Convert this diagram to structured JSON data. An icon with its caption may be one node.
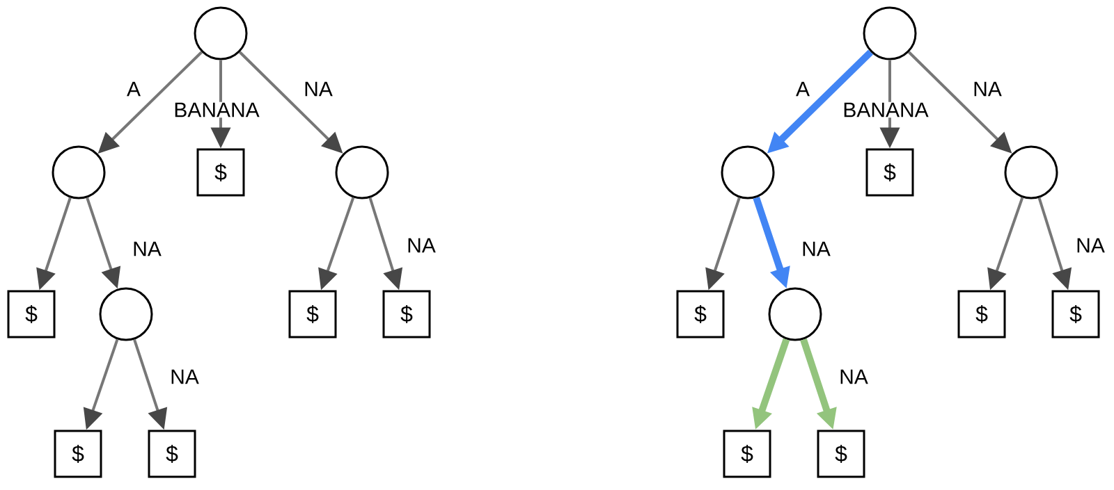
{
  "diagram": {
    "nodes": [
      {
        "text": [],
        "shape": "circle"
      },
      {
        "text": [],
        "shape": "circle"
      },
      {
        "text": [
          "$"
        ]
      },
      {
        "text": [],
        "shape": "circle"
      },
      {
        "text": [
          "$"
        ]
      },
      {
        "text": [],
        "shape": "circle"
      },
      {
        "text": [
          "$"
        ]
      },
      {
        "text": [
          "$"
        ]
      },
      {
        "text": [
          "$"
        ]
      },
      {
        "text": [
          "$"
        ]
      },
      {
        "text": [],
        "shape": "circle"
      },
      {
        "text": [],
        "shape": "circle"
      },
      {
        "text": [
          "$"
        ]
      },
      {
        "text": [],
        "shape": "circle"
      },
      {
        "text": [
          "$"
        ]
      },
      {
        "text": [],
        "shape": "circle"
      },
      {
        "text": [
          "$"
        ]
      },
      {
        "text": [
          "$"
        ]
      },
      {
        "text": [
          "$"
        ]
      },
      {
        "text": [
          "$"
        ]
      }
    ],
    "edges": [
      {
        "from": 0,
        "to": 1,
        "arrow": "to",
        "label": "A"
      },
      {
        "from": 0,
        "to": 2,
        "arrow": "to",
        "label": "BANANA"
      },
      {
        "from": 0,
        "to": 3,
        "arrow": "to",
        "label": "NA"
      },
      {
        "from": 1,
        "to": 4,
        "arrow": "to"
      },
      {
        "from": 1,
        "to": 5,
        "arrow": "to",
        "label": "NA"
      },
      {
        "from": 3,
        "to": 6,
        "arrow": "to"
      },
      {
        "from": 3,
        "to": 7,
        "arrow": "to",
        "label": "NA"
      },
      {
        "from": 5,
        "to": 8,
        "arrow": "to"
      },
      {
        "from": 5,
        "to": 9,
        "arrow": "to",
        "label": "NA"
      },
      {
        "from": 10,
        "to": 11,
        "arrow": "to",
        "label": "A",
        "style": "thick",
        "color": "#4285f4"
      },
      {
        "from": 10,
        "to": 12,
        "arrow": "to",
        "label": "BANANA"
      },
      {
        "from": 10,
        "to": 13,
        "arrow": "to",
        "label": "NA"
      },
      {
        "from": 11,
        "to": 14,
        "arrow": "to"
      },
      {
        "from": 11,
        "to": 15,
        "arrow": "to",
        "label": "NA",
        "style": "thick",
        "color": "#4285f4"
      },
      {
        "from": 13,
        "to": 16,
        "arrow": "to"
      },
      {
        "from": 13,
        "to": 17,
        "arrow": "to",
        "label": "NA"
      },
      {
        "from": 15,
        "to": 18,
        "arrow": "to",
        "style": "thick",
        "color": "#93c47d"
      },
      {
        "from": 15,
        "to": 19,
        "arrow": "to",
        "label": "NA",
        "style": "thick",
        "color": "#93c47d"
      }
    ]
  }
}
